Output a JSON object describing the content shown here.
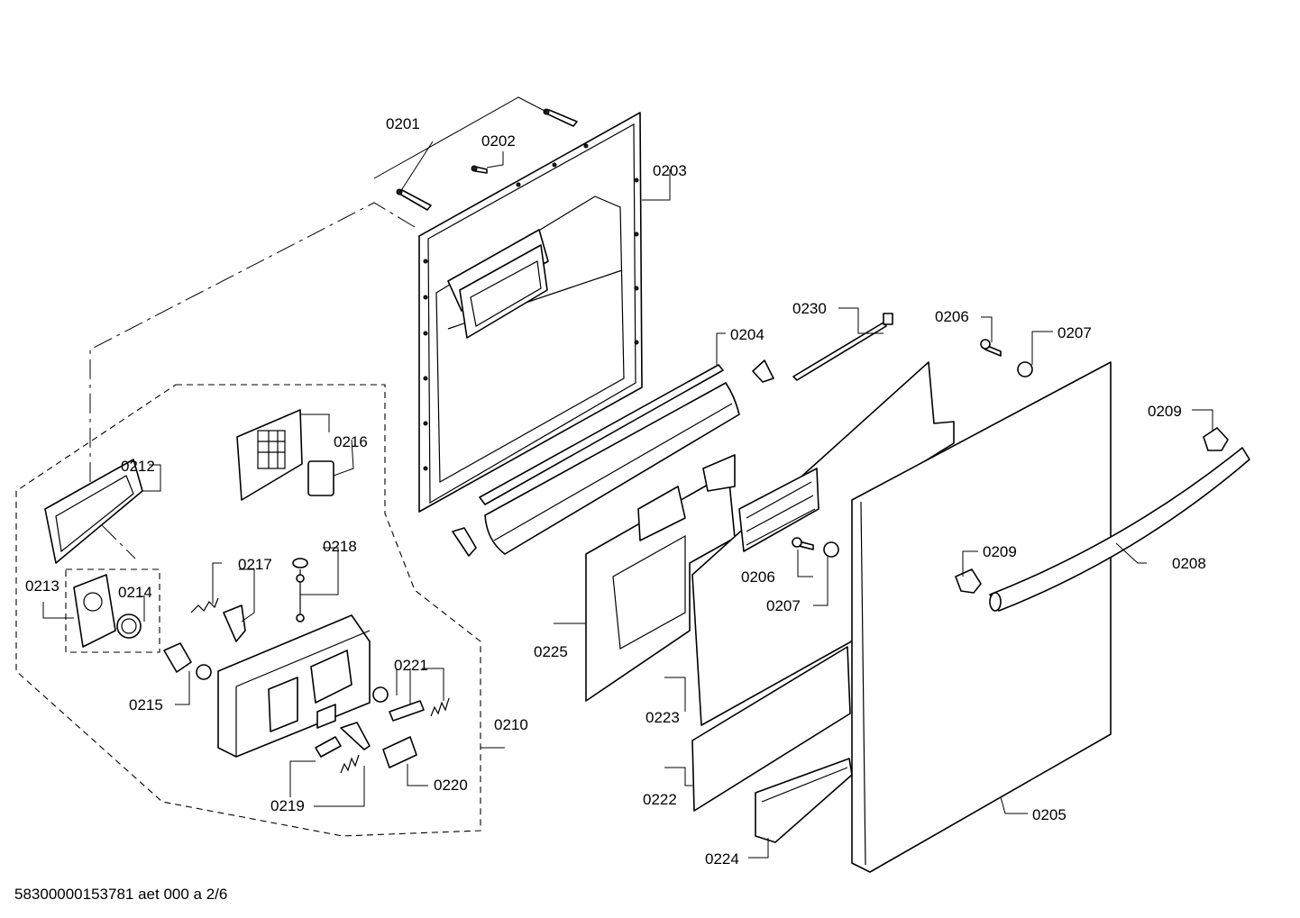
{
  "footer": {
    "drawing_id": "58300000153781 aet 000 a 2/6"
  },
  "callouts": [
    "0201",
    "0202",
    "0203",
    "0230",
    "0206",
    "0207",
    "0204",
    "0209",
    "0216",
    "0212",
    "0218",
    "0217",
    "0213",
    "0214",
    "0206",
    "0208",
    "0209",
    "0207",
    "0225",
    "0221",
    "0215",
    "0210",
    "0223",
    "0220",
    "0219",
    "0222",
    "0205",
    "0224"
  ]
}
